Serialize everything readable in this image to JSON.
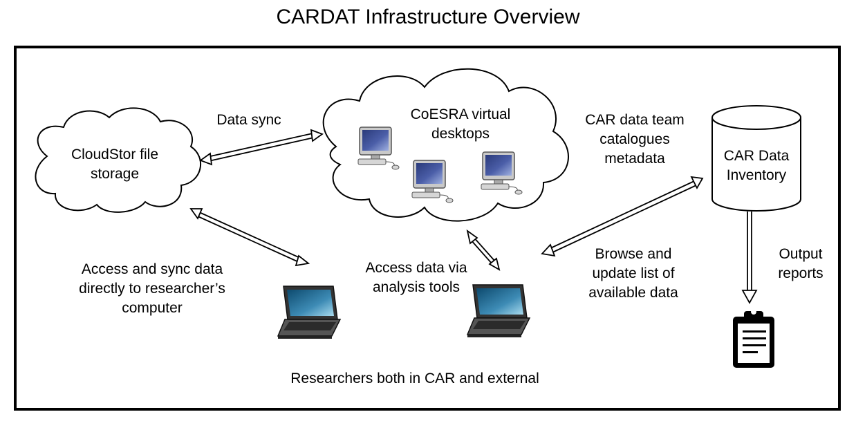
{
  "title": "CARDAT Infrastructure Overview",
  "nodes": {
    "cloudstor": {
      "line1": "CloudStor file",
      "line2": "storage"
    },
    "coesra": {
      "line1": "CoESRA virtual",
      "line2": "desktops"
    },
    "inventory": {
      "line1": "CAR Data",
      "line2": "Inventory"
    }
  },
  "edges": {
    "data_sync": {
      "line1": "Data sync"
    },
    "catalogue": {
      "line1": "CAR data team",
      "line2": "catalogues",
      "line3": "metadata"
    },
    "access_sync": {
      "line1": "Access and sync data",
      "line2": "directly to researcher’s",
      "line3": "computer"
    },
    "analysis": {
      "line1": "Access data via",
      "line2": "analysis tools"
    },
    "browse": {
      "line1": "Browse and",
      "line2": "update list of",
      "line3": "available data"
    },
    "output": {
      "line1": "Output",
      "line2": "reports"
    }
  },
  "researchers_label": "Researchers both in CAR and external",
  "icons": [
    "cloud-icon",
    "desktop-computer-icon",
    "database-cylinder-icon",
    "laptop-icon",
    "clipboard-report-icon"
  ]
}
